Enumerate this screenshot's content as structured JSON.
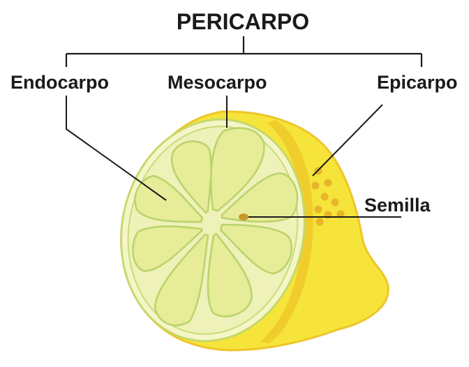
{
  "diagram": {
    "title": "PERICARPO",
    "labels": {
      "endocarp": "Endocarpo",
      "mesocarp": "Mesocarpo",
      "epicarp": "Epicarpo",
      "seed": "Semilla"
    }
  },
  "colors": {
    "peel": "#f6e43a",
    "peel_dark": "#eec52a",
    "rind_white": "#f4f6c8",
    "pulp": "#e7ec98",
    "segment_edge": "#b9d36a",
    "oil_gland": "#e8b52a",
    "seed": "#c9952a",
    "line": "#1a1a1a"
  }
}
